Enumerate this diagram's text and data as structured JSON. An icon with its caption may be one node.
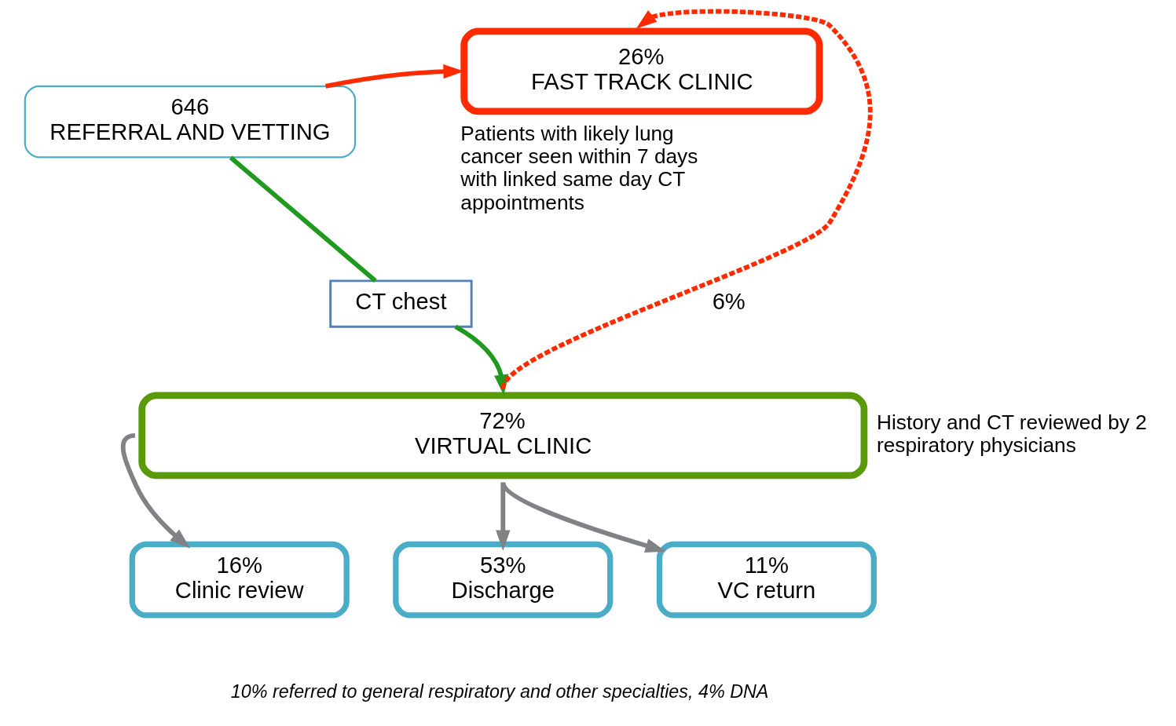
{
  "diagram": {
    "nodes": [
      {
        "text": [
          "646",
          "REFERRAL AND VETTING"
        ]
      },
      {
        "text": [
          "26%",
          "FAST TRACK CLINIC"
        ],
        "beside": [
          "Patients with likely lung cancer seen within 7 days with linked same day CT appointments"
        ]
      },
      {
        "text": [
          "CT chest"
        ]
      },
      {
        "text": [
          "72%",
          "VIRTUAL CLINIC"
        ],
        "beside": [
          "History and CT reviewed by 2 respiratory physicians"
        ]
      },
      {
        "text": [
          "16%",
          "Clinic review"
        ]
      },
      {
        "text": [
          "53%",
          "Discharge"
        ]
      },
      {
        "text": [
          "11%",
          "VC return"
        ]
      }
    ],
    "edges": [
      {
        "from": 0,
        "to": 1,
        "arrow": "to",
        "color": "#ff2a00"
      },
      {
        "from": 0,
        "to": 2,
        "arrow": "none",
        "color": "#1f9a1f"
      },
      {
        "from": 2,
        "to": 3,
        "arrow": "to",
        "color": "#1f9a1f"
      },
      {
        "from": 3,
        "to": 1,
        "arrow": "to",
        "label": "6%",
        "style": "dashed",
        "color": "#ff2a00"
      },
      {
        "from": 3,
        "to": 4,
        "arrow": "to"
      },
      {
        "from": 3,
        "to": 5,
        "arrow": "to"
      },
      {
        "from": 3,
        "to": 6,
        "arrow": "to"
      }
    ],
    "labels": [
      "10% referred to general respiratory and other specialties, 4% DNA"
    ]
  }
}
